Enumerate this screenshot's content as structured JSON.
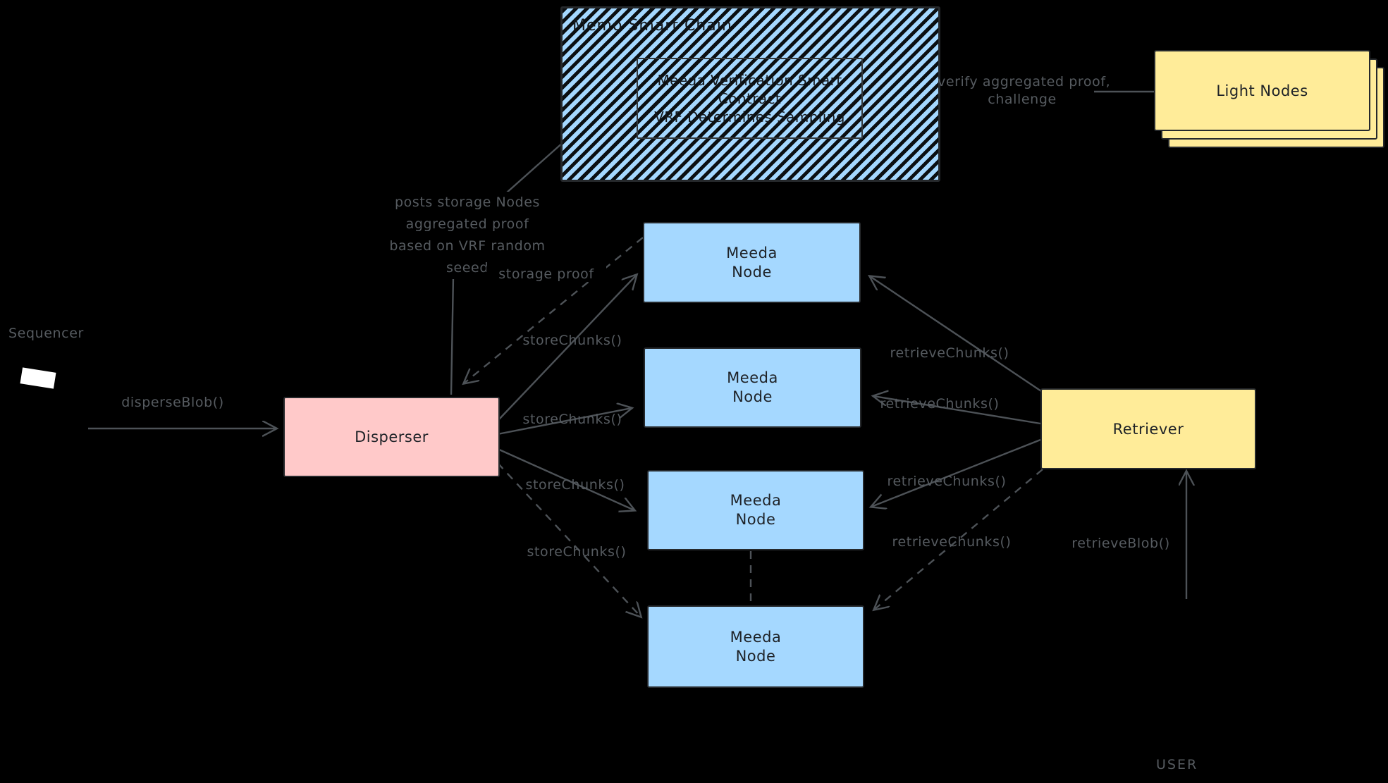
{
  "diagram": {
    "background": "#000000",
    "colors": {
      "node_blue": "#a5d8ff",
      "disperser_pink": "#ffc9c9",
      "retriever_yellow": "#ffec99",
      "stroke_dark": "#26292c",
      "label_gray": "#565b60"
    },
    "smart_chain": {
      "title": "Memo Smart Chain",
      "contract_line1": "Meeda Verification Smart",
      "contract_line2": "Contract",
      "contract_line3": "VRF Determines Sampling"
    },
    "light_nodes": {
      "label": "Light Nodes"
    },
    "sequencer": {
      "label": "Sequencer"
    },
    "disperser": {
      "label": "Disperser"
    },
    "retriever": {
      "label": "Retriever"
    },
    "user": {
      "label": "USER"
    },
    "meeda_node": {
      "line1": "Meeda",
      "line2": "Node"
    },
    "labels": {
      "verify_line1": "verify aggregated proof,",
      "verify_line2": "challenge",
      "posts_line1": "posts storage Nodes",
      "posts_line2": "aggregated proof",
      "posts_line3": "based on VRF random",
      "posts_line4": "seeed",
      "storage_proof": "storage proof",
      "disperse_blob": "disperseBlob()",
      "store_chunks": "storeChunks()",
      "retrieve_chunks": "retrieveChunks()",
      "retrieve_blob": "retrieveBlob()"
    }
  }
}
